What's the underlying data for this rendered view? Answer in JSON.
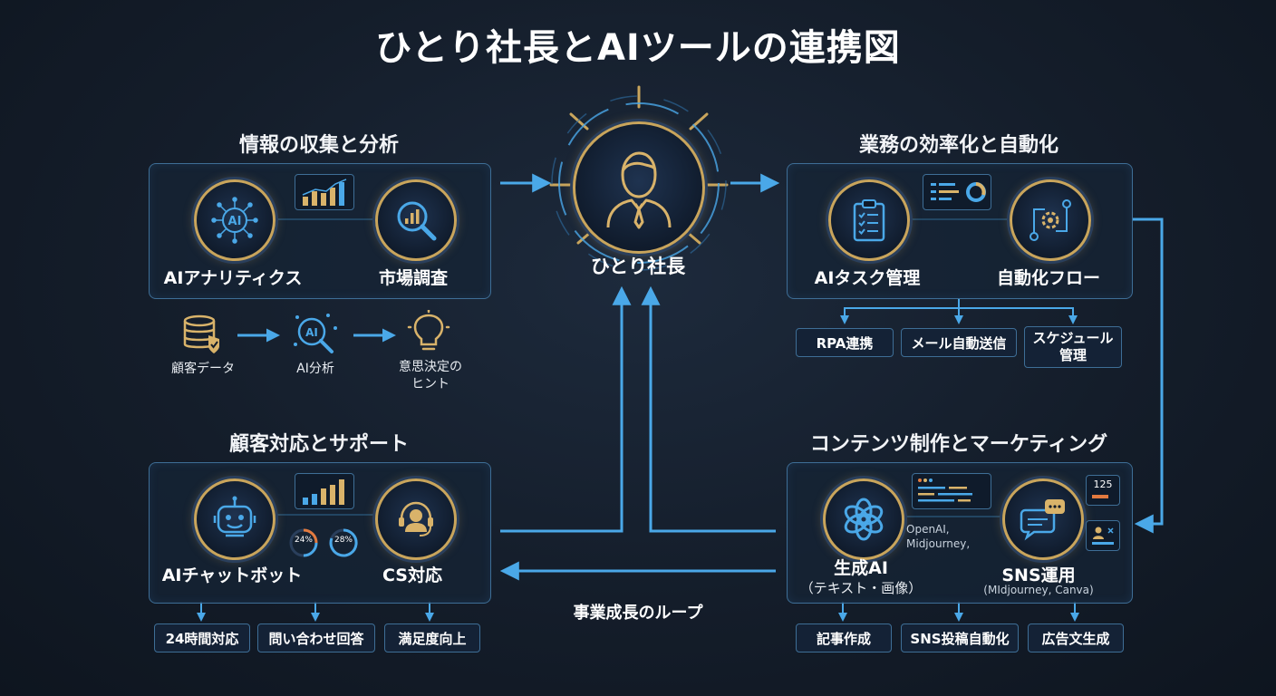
{
  "title": "ひとり社長とAIツールの連携図",
  "center": {
    "label": "ひとり社長"
  },
  "loop_label": "事業成長のループ",
  "sections": {
    "analysis": {
      "title": "情報の収集と分析",
      "items": [
        "AIアナリティクス",
        "市場調査"
      ],
      "flow": [
        "顧客データ",
        "AI分析",
        "意思決定の\nヒント"
      ]
    },
    "automation": {
      "title": "業務の効率化と自動化",
      "items": [
        "AIタスク管理",
        "自動化フロー"
      ],
      "pills": [
        "RPA連携",
        "メール自動送信",
        "スケジュール\n管理"
      ]
    },
    "support": {
      "title": "顧客対応とサポート",
      "items": [
        "AIチャットボット",
        "CS対応"
      ],
      "gauges": [
        "24%",
        "28%"
      ],
      "pills": [
        "24時間対応",
        "問い合わせ回答",
        "満足度向上"
      ]
    },
    "marketing": {
      "title": "コンテンツ制作とマーケティング",
      "items": [
        "生成AI",
        "SNS運用"
      ],
      "item_subs": [
        "（テキスト・画像）",
        "(MIdjourney, Canva)"
      ],
      "tools_note": "OpenAI,\nMidjourney,",
      "counter": "125",
      "pills": [
        "記事作成",
        "SNS投稿自動化",
        "広告文生成"
      ]
    }
  },
  "colors": {
    "accent": "#4aa8e8",
    "gold": "#c9a55c",
    "panel_border": "#3e6e96"
  }
}
